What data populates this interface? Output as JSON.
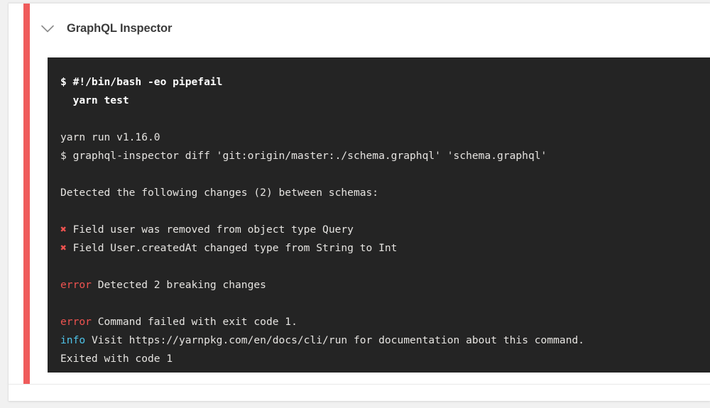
{
  "card": {
    "accent_color": "#ef5b5b",
    "header": {
      "icon": "chevron-down-icon",
      "title": "GraphQL Inspector"
    }
  },
  "terminal": {
    "background_color": "#242424",
    "text_color": "#e6e4e1",
    "error_color": "#ef5350",
    "info_color": "#4fc3e8",
    "lines": [
      {
        "id": "l1",
        "text": "$ #!/bin/bash -eo pipefail"
      },
      {
        "id": "l2",
        "text": "  yarn test"
      },
      {
        "id": "l3",
        "text": ""
      },
      {
        "id": "l4",
        "text": "yarn run v1.16.0"
      },
      {
        "id": "l5",
        "text": "$ graphql-inspector diff 'git:origin/master:./schema.graphql' 'schema.graphql'"
      },
      {
        "id": "l6",
        "text": ""
      },
      {
        "id": "l7",
        "text": "Detected the following changes (2) between schemas:"
      },
      {
        "id": "l8",
        "text": ""
      },
      {
        "id": "l9",
        "marker": "✖",
        "text": " Field user was removed from object type Query"
      },
      {
        "id": "l10",
        "marker": "✖",
        "text": " Field User.createdAt changed type from String to Int"
      },
      {
        "id": "l11",
        "text": ""
      },
      {
        "id": "l12",
        "prefix": "error",
        "text": " Detected 2 breaking changes"
      },
      {
        "id": "l13",
        "text": ""
      },
      {
        "id": "l14",
        "prefix": "error",
        "text": " Command failed with exit code 1."
      },
      {
        "id": "l15",
        "prefix": "info",
        "text": " Visit https://yarnpkg.com/en/docs/cli/run for documentation about this command."
      },
      {
        "id": "l16",
        "text": "Exited with code 1"
      }
    ]
  }
}
